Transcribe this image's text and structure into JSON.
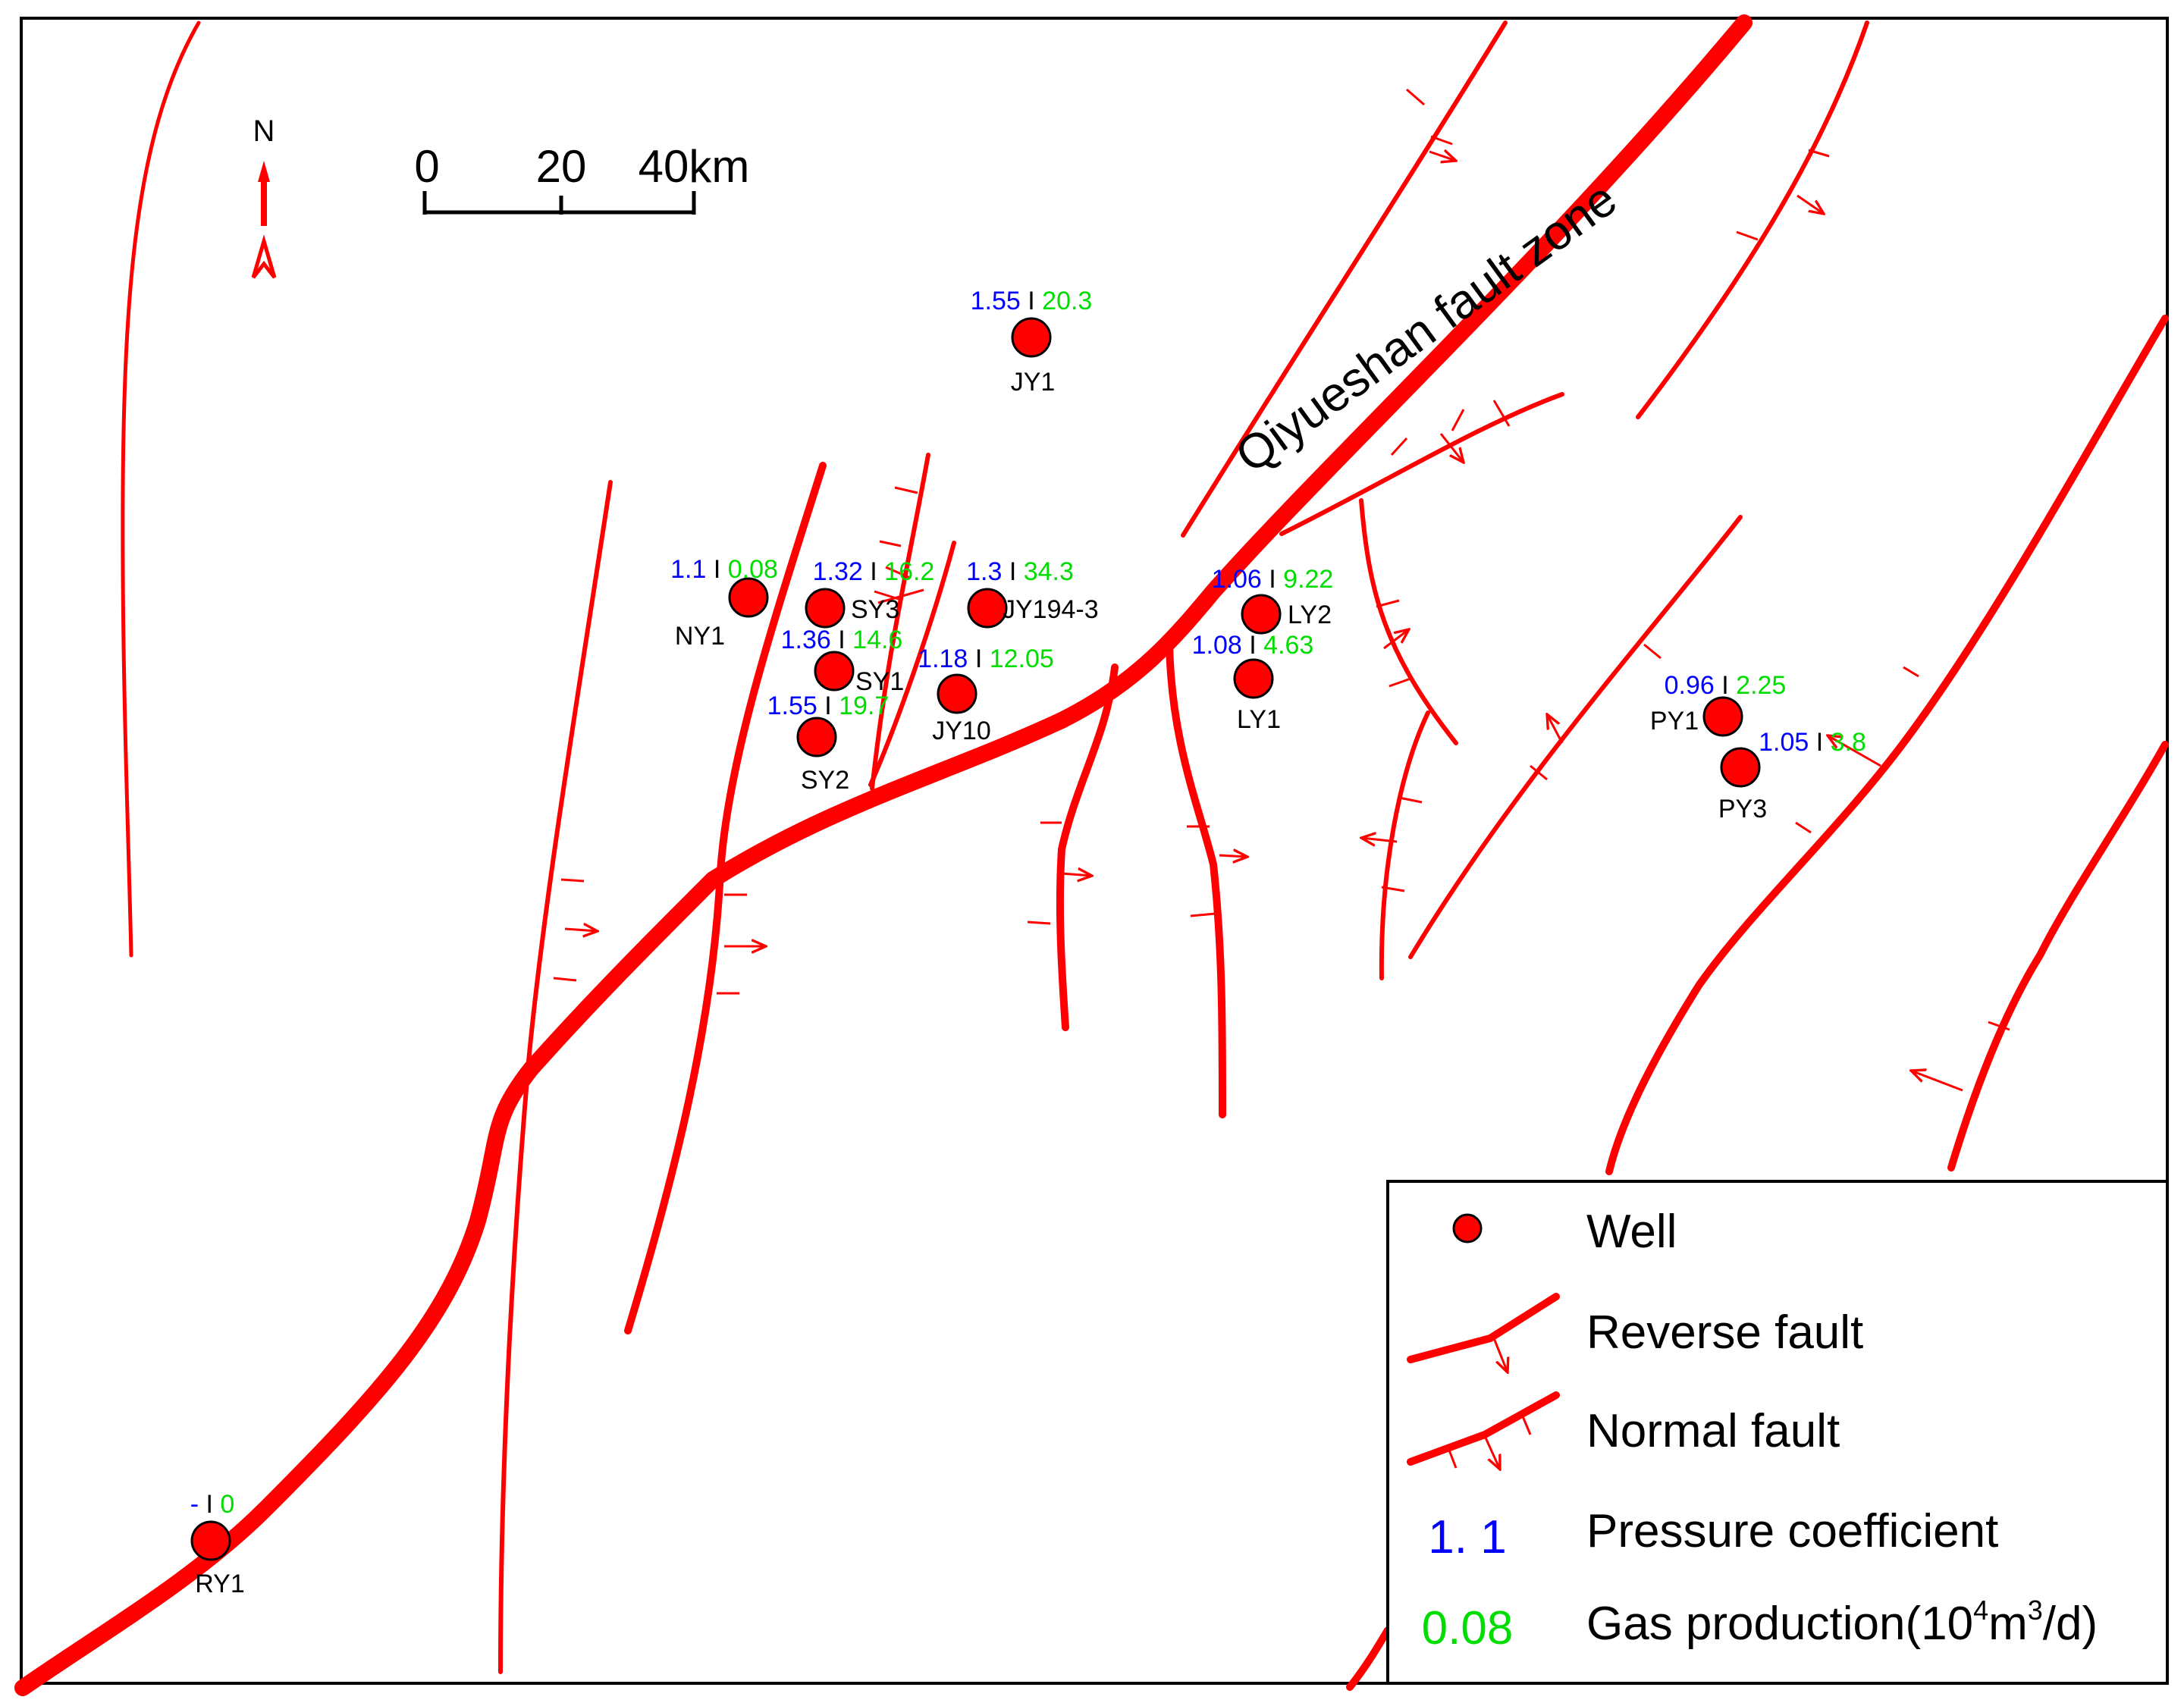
{
  "north": {
    "label": "N"
  },
  "scale_bar": {
    "ticks": [
      "0",
      "20",
      "40km"
    ]
  },
  "fault_zone_label": "Qiyueshan fault zone",
  "colors": {
    "fault": "#ff0000",
    "pressure": "#0000ff",
    "gas": "#00dd00",
    "well": "#ff0000"
  },
  "wells": [
    {
      "name": "JY1",
      "pressure": "1.55",
      "sep": "I",
      "gas": "20.3"
    },
    {
      "name": "NY1",
      "pressure": "1.1",
      "sep": "I",
      "gas": "0.08"
    },
    {
      "name": "SY3",
      "pressure": "1.32",
      "sep": "I",
      "gas": "16.2"
    },
    {
      "name": "JY194-3",
      "pressure": "1.3",
      "sep": "I",
      "gas": "34.3"
    },
    {
      "name": "SY1",
      "pressure": "1.36",
      "sep": "I",
      "gas": "14.6"
    },
    {
      "name": "JY10",
      "pressure": "1.18",
      "sep": "I",
      "gas": "12.05"
    },
    {
      "name": "SY2",
      "pressure": "1.55",
      "sep": "I",
      "gas": "19.7"
    },
    {
      "name": "LY2",
      "pressure": "1.06",
      "sep": "I",
      "gas": "9.22"
    },
    {
      "name": "LY1",
      "pressure": "1.08",
      "sep": "I",
      "gas": "4.63"
    },
    {
      "name": "PY1",
      "pressure": "0.96",
      "sep": "I",
      "gas": "2.25"
    },
    {
      "name": "PY3",
      "pressure": "1.05",
      "sep": "I",
      "gas": "3.8"
    },
    {
      "name": "RY1",
      "pressure": "-",
      "sep": "I",
      "gas": "0"
    }
  ],
  "legend": {
    "well": "Well",
    "reverse_fault": "Reverse fault",
    "normal_fault": "Normal fault",
    "pressure_sample": "1. 1",
    "pressure": "Pressure coefficient",
    "gas_sample": "0.08",
    "gas_prefix": "Gas production(10",
    "gas_sup1": "4",
    "gas_mid": "m",
    "gas_sup2": "3",
    "gas_suffix": "/d)"
  }
}
